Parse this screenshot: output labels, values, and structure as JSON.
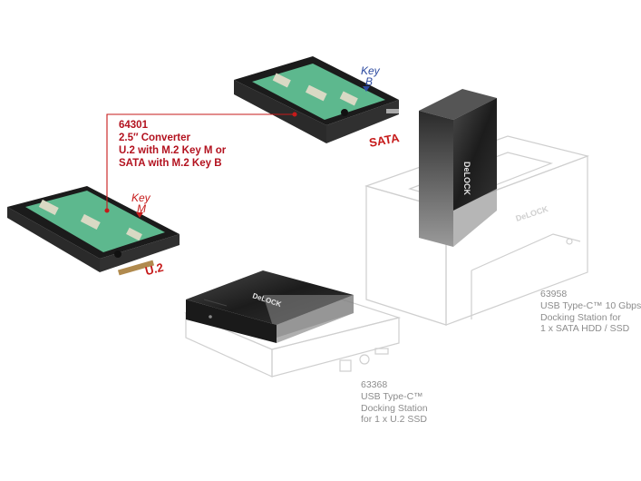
{
  "converter": {
    "model": "64301",
    "line1": "2.5″ Converter",
    "line2": "U.2 with M.2 Key M or",
    "line3": "SATA with M.2 Key B",
    "key_b_word": "Key",
    "key_b_letter": "B",
    "key_m_word": "Key",
    "key_m_letter": "M",
    "sata_label": "SATA",
    "u2_label": "U.2"
  },
  "dock_sata": {
    "model": "63958",
    "line1": "USB Type-C™ 10 Gbps",
    "line2": "Docking Station for",
    "line3": "1 x SATA HDD / SSD",
    "brand": "DeLOCK"
  },
  "dock_u2": {
    "model": "63368",
    "line1": "USB Type-C™",
    "line2": "Docking Station",
    "line3": "for 1 x U.2 SSD",
    "brand": "DeLOCK"
  },
  "colors": {
    "accent_red": "#b3121f",
    "caption_grey": "#8c8c8c",
    "key_blue": "#2c4aa0",
    "pcb_green": "#5db88e",
    "enclosure_black": "#1e1e1e"
  }
}
